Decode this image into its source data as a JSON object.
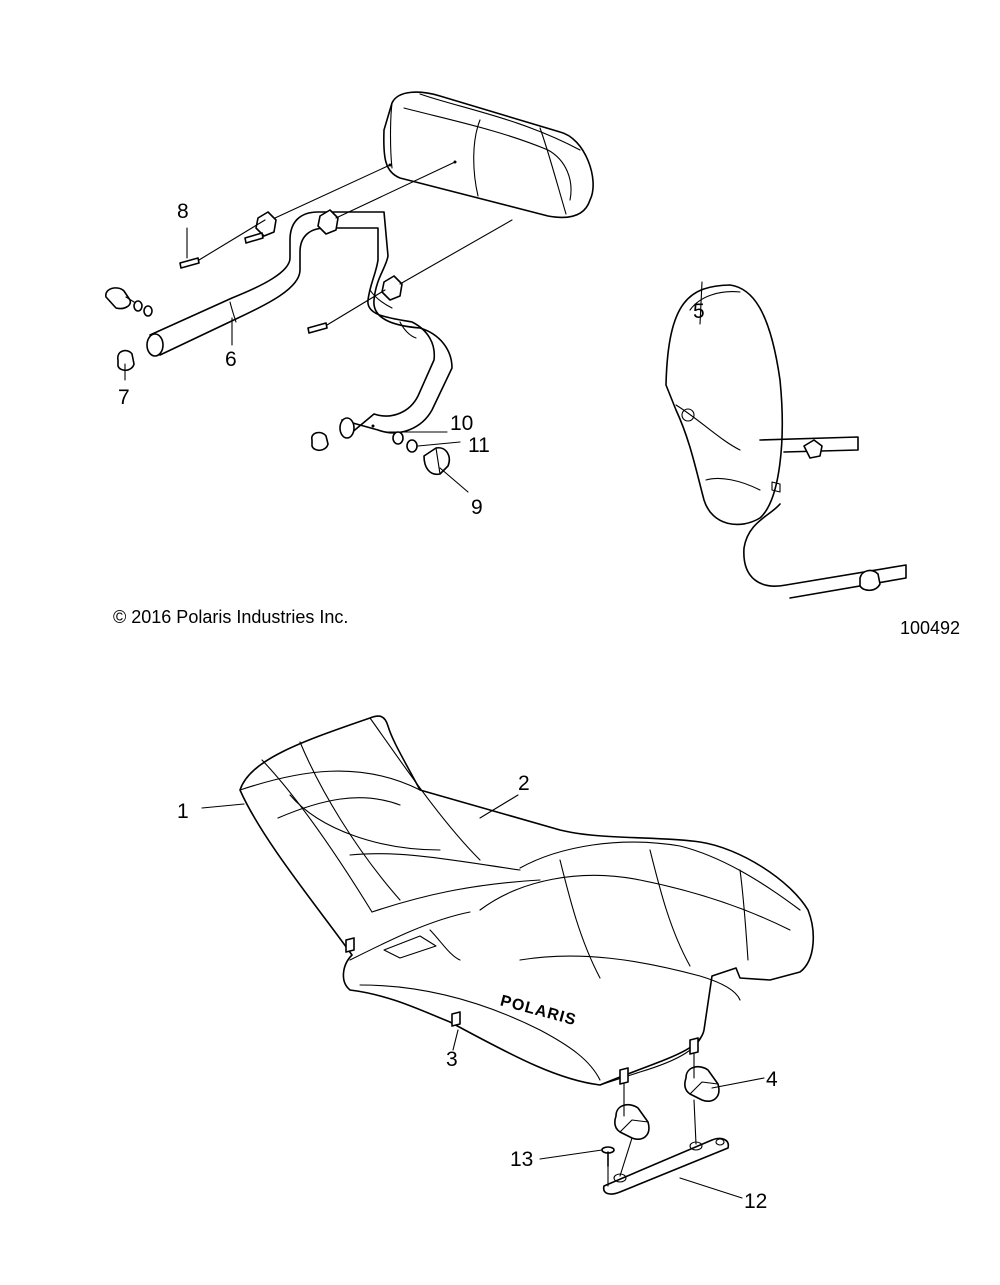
{
  "copyright": "© 2016 Polaris Industries Inc.",
  "figure_number": "100492",
  "brand_mark": "POLARIS",
  "callouts": {
    "c1": "1",
    "c2": "2",
    "c3": "3",
    "c4": "4",
    "c5": "5",
    "c6": "6",
    "c7": "7",
    "c8": "8",
    "c9": "9",
    "c10": "10",
    "c11": "11",
    "c12": "12",
    "c13": "13"
  }
}
